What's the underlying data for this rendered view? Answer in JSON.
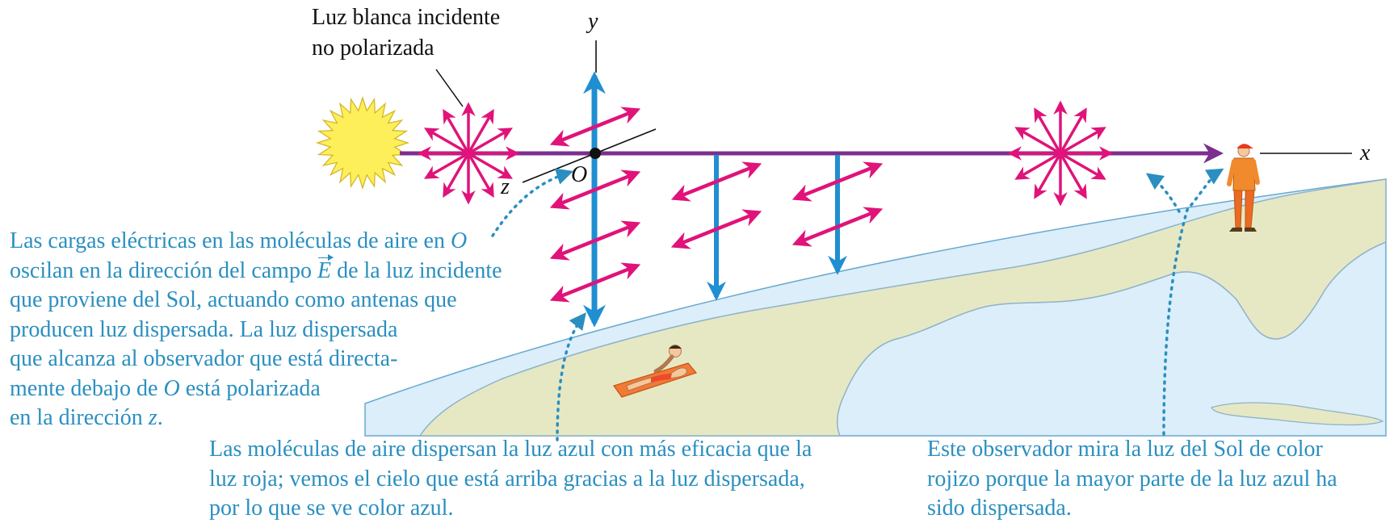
{
  "incident_label": {
    "line1": "Luz blanca incidente",
    "line2": "no polarizada"
  },
  "axes": {
    "y": "y",
    "x": "x",
    "z": "z",
    "origin": "O"
  },
  "caption_left": {
    "l1a": "Las cargas eléctricas en las moléculas de aire en ",
    "l1b": "O",
    "l2a": "oscilan en la dirección del campo ",
    "l2b": "E",
    "l2c": " de la luz incidente",
    "l3": "que proviene del Sol, actuando como antenas que",
    "l4": "producen luz dispersada. La luz dispersada",
    "l5": "que alcanza al observador que está directa-",
    "l6a": "mente debajo de ",
    "l6b": "O",
    "l6c": " está polarizada",
    "l7a": "en la dirección ",
    "l7b": "z",
    "l7c": "."
  },
  "caption_middle": {
    "l1": "Las moléculas de aire dispersan la luz azul con más eficacia que la",
    "l2": "luz roja; vemos el cielo que está arriba gracias a la luz dispersada,",
    "l3": "por lo que se ve color azul."
  },
  "caption_right": {
    "l1": "Este observador mira la luz del Sol de color",
    "l2": "rojizo porque la mayor parte de la luz azul ha",
    "l3": "sido dispersada."
  },
  "colors": {
    "caption": "#2a8fc0",
    "beam": "#7b2f8e",
    "efield": "#e0137a",
    "scatter": "#1f8fd2",
    "sun": "#fcef5a",
    "land": "#e6e8c4",
    "water": "#dbeefa"
  },
  "icons": [
    "sun-icon",
    "sunbather-icon",
    "observer-icon"
  ]
}
